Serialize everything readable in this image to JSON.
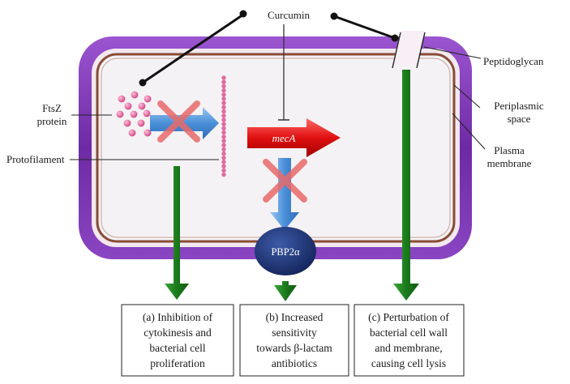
{
  "labels": {
    "curcumin": "Curcumin",
    "peptidoglycan": "Peptidoglycan",
    "periplasmic": [
      "Periplasmic",
      "space"
    ],
    "plasma": [
      "Plasma",
      "membrane"
    ],
    "ftsz": [
      "FtsZ",
      "protein"
    ],
    "protofilament": "Protofilament",
    "meca": "mecA",
    "pbp2a": "PBP2α"
  },
  "outcomes": [
    {
      "lines": [
        "(a) Inhibition of",
        "cytokinesis and",
        "bacterial cell",
        "proliferation"
      ]
    },
    {
      "lines": [
        "(b) Increased",
        "sensitivity",
        "towards β-lactam",
        "antibiotics"
      ]
    },
    {
      "lines": [
        "(c) Perturbation of",
        "bacterial cell wall",
        "and membrane,",
        "causing cell lysis"
      ]
    }
  ],
  "colors": {
    "cell_wall": "#7b35b0",
    "membrane": "#8a4b35",
    "green_arrow": "#1e7d1e",
    "mecA_arrow": "#e01010",
    "blue_arrow": "#4a8fd8",
    "pbp2a": "#1f3470",
    "ftsz_dots": "#e06aa0"
  }
}
